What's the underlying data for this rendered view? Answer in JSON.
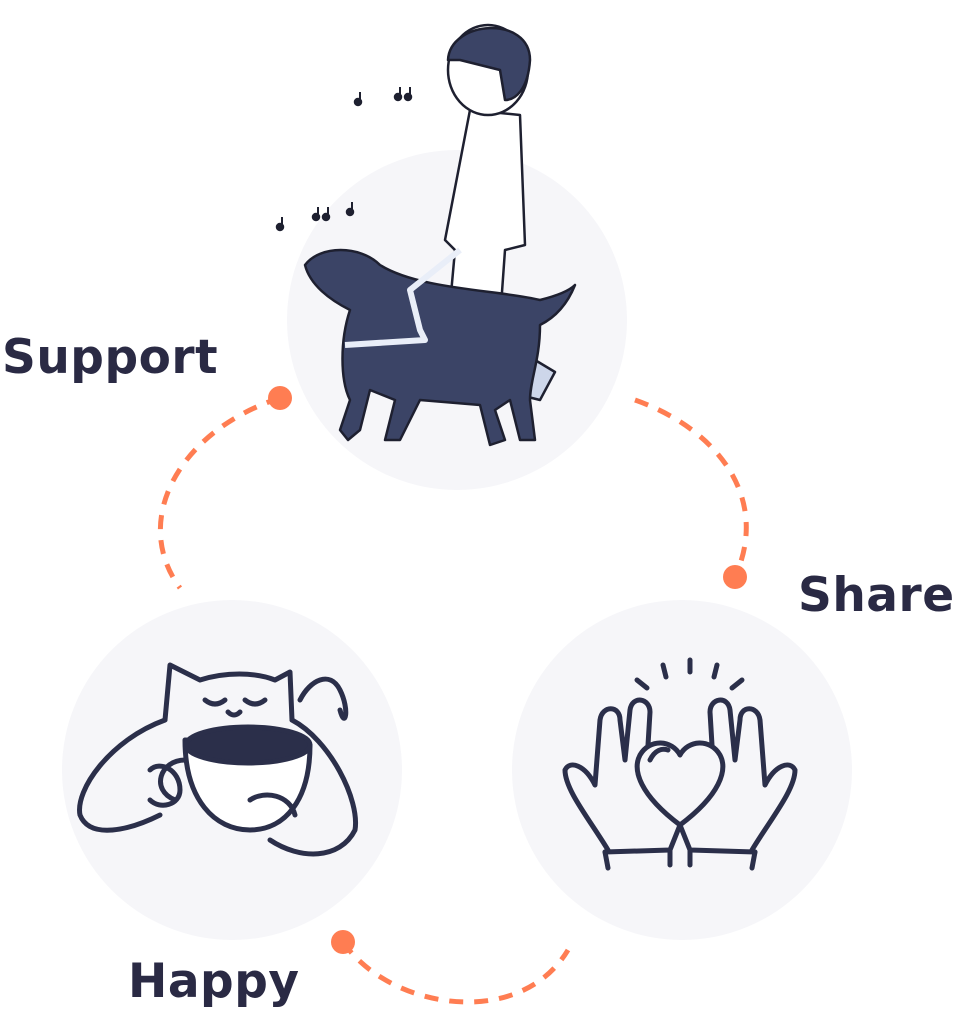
{
  "labels": {
    "support": "Support",
    "share": "Share",
    "happy": "Happy"
  },
  "colors": {
    "text": "#2a2a44",
    "accent": "#ff7d52",
    "circle_bg": "#f6f6f9",
    "ink": "#2b2f4a"
  },
  "icons": [
    "guide-dog-walking-icon",
    "cat-with-cup-icon",
    "hands-holding-heart-icon"
  ]
}
